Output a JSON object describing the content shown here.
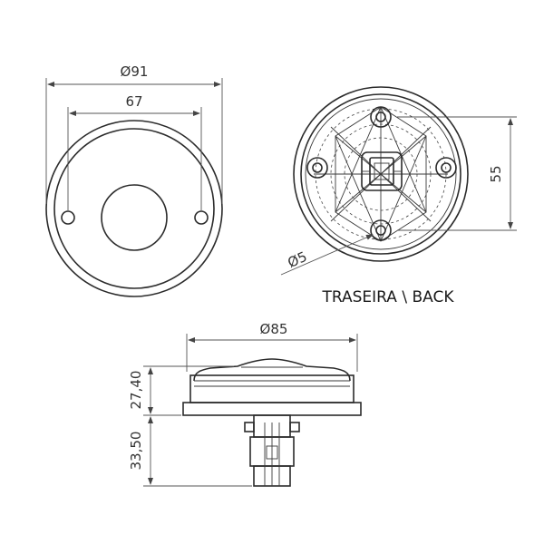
{
  "front_view": {
    "outer_diameter": "Ø91",
    "hole_spacing": "67"
  },
  "back_view": {
    "height_dim": "55",
    "hole_diameter": "Ø5",
    "caption": "TRASEIRA \\ BACK"
  },
  "side_view": {
    "diameter": "Ø85",
    "upper_height": "27,40",
    "lower_height": "33,50"
  }
}
